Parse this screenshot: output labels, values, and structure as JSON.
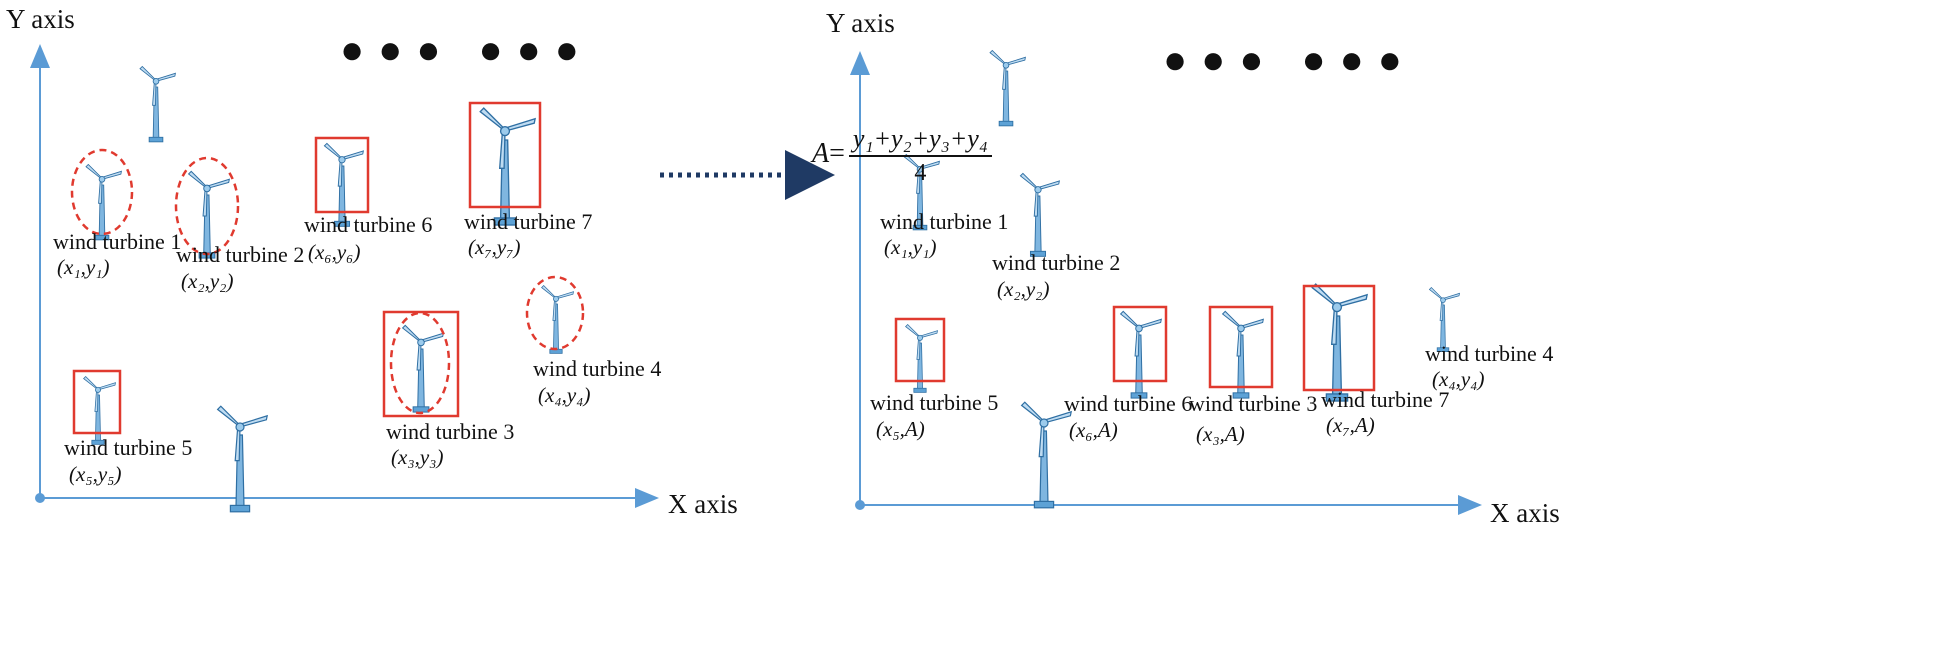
{
  "left_panel": {
    "y_axis_label": "Y axis",
    "x_axis_label": "X axis",
    "ellipsis": "●●● ●●●",
    "turbines": [
      {
        "label": "wind turbine 1",
        "coord": "(x₁,y₁)"
      },
      {
        "label": "wind turbine 2",
        "coord": "(x₂,y₂)"
      },
      {
        "label": "wind turbine 6",
        "coord": "(x₆,y₆)"
      },
      {
        "label": "wind turbine 7",
        "coord": "(x₇,y₇)"
      },
      {
        "label": "wind turbine 4",
        "coord": "(x₄,y₄)"
      },
      {
        "label": "wind turbine 3",
        "coord": "(x₃,y₃)"
      },
      {
        "label": "wind turbine 5",
        "coord": "(x₅,y₅)"
      }
    ]
  },
  "transform": {
    "lhs": "A",
    "numerator": "y₁+y₂+y₃+y₄",
    "denominator": "4"
  },
  "right_panel": {
    "y_axis_label": "Y axis",
    "x_axis_label": "X axis",
    "ellipsis": "●●● ●●●",
    "turbines": [
      {
        "label": "wind turbine 1",
        "coord": "(x₁,y₁)"
      },
      {
        "label": "wind turbine 2",
        "coord": "(x₂,y₂)"
      },
      {
        "label": "wind turbine 5",
        "coord": "(x₅,A)"
      },
      {
        "label": "wind turbine 6",
        "coord": "(x₆,A)"
      },
      {
        "label": "wind turbine 3",
        "coord": "(x₃,A)"
      },
      {
        "label": "wind turbine 7",
        "coord": "(x₇,A)"
      },
      {
        "label": "wind turbine 4",
        "coord": "(x₄,y₄)"
      }
    ]
  },
  "colors": {
    "axis": "#5b9bd5",
    "turbine": "#4a90c8",
    "highlight_box": "#e03a2f",
    "highlight_ellipse": "#e03a2f",
    "arrow": "#1f3a64"
  }
}
